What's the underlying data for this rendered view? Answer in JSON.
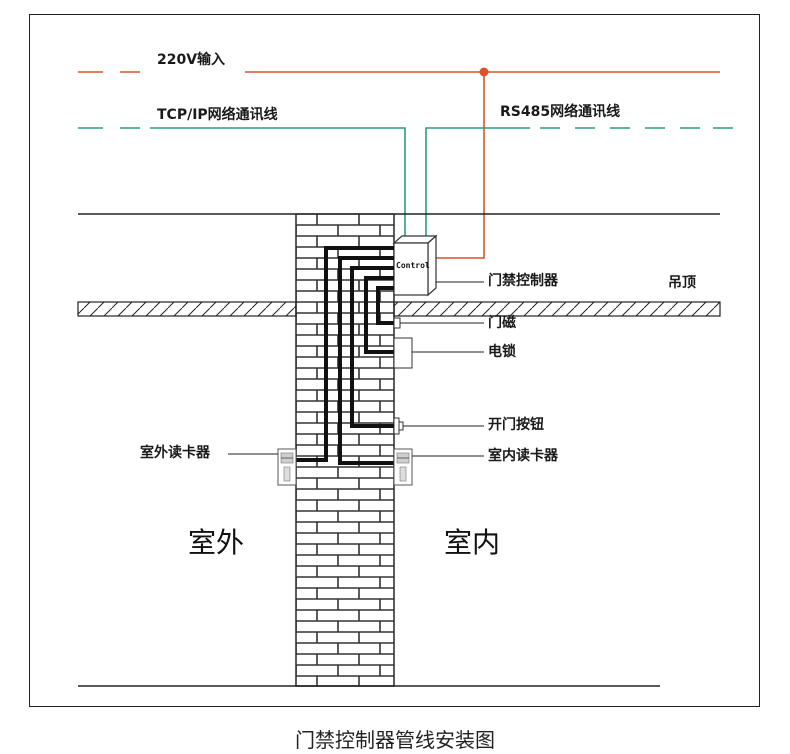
{
  "labels": {
    "power_input": "220V输入",
    "tcp_line": "TCP/IP网络通讯线",
    "rs485_line": "RS485网络通讯线",
    "access_controller": "门禁控制器",
    "ceiling": "吊顶",
    "door_magnet": "门磁",
    "electric_lock": "电锁",
    "exit_button": "开门按钮",
    "outdoor_reader": "室外读卡器",
    "indoor_reader": "室内读卡器",
    "outdoor": "室外",
    "indoor": "室内",
    "controller_box_text": "Control"
  },
  "caption": "门禁控制器管线安装图",
  "colors": {
    "power_line": "#d9542b",
    "network_line": "#2e9c84",
    "cable": "#111111",
    "wall_brick": "#333333"
  }
}
